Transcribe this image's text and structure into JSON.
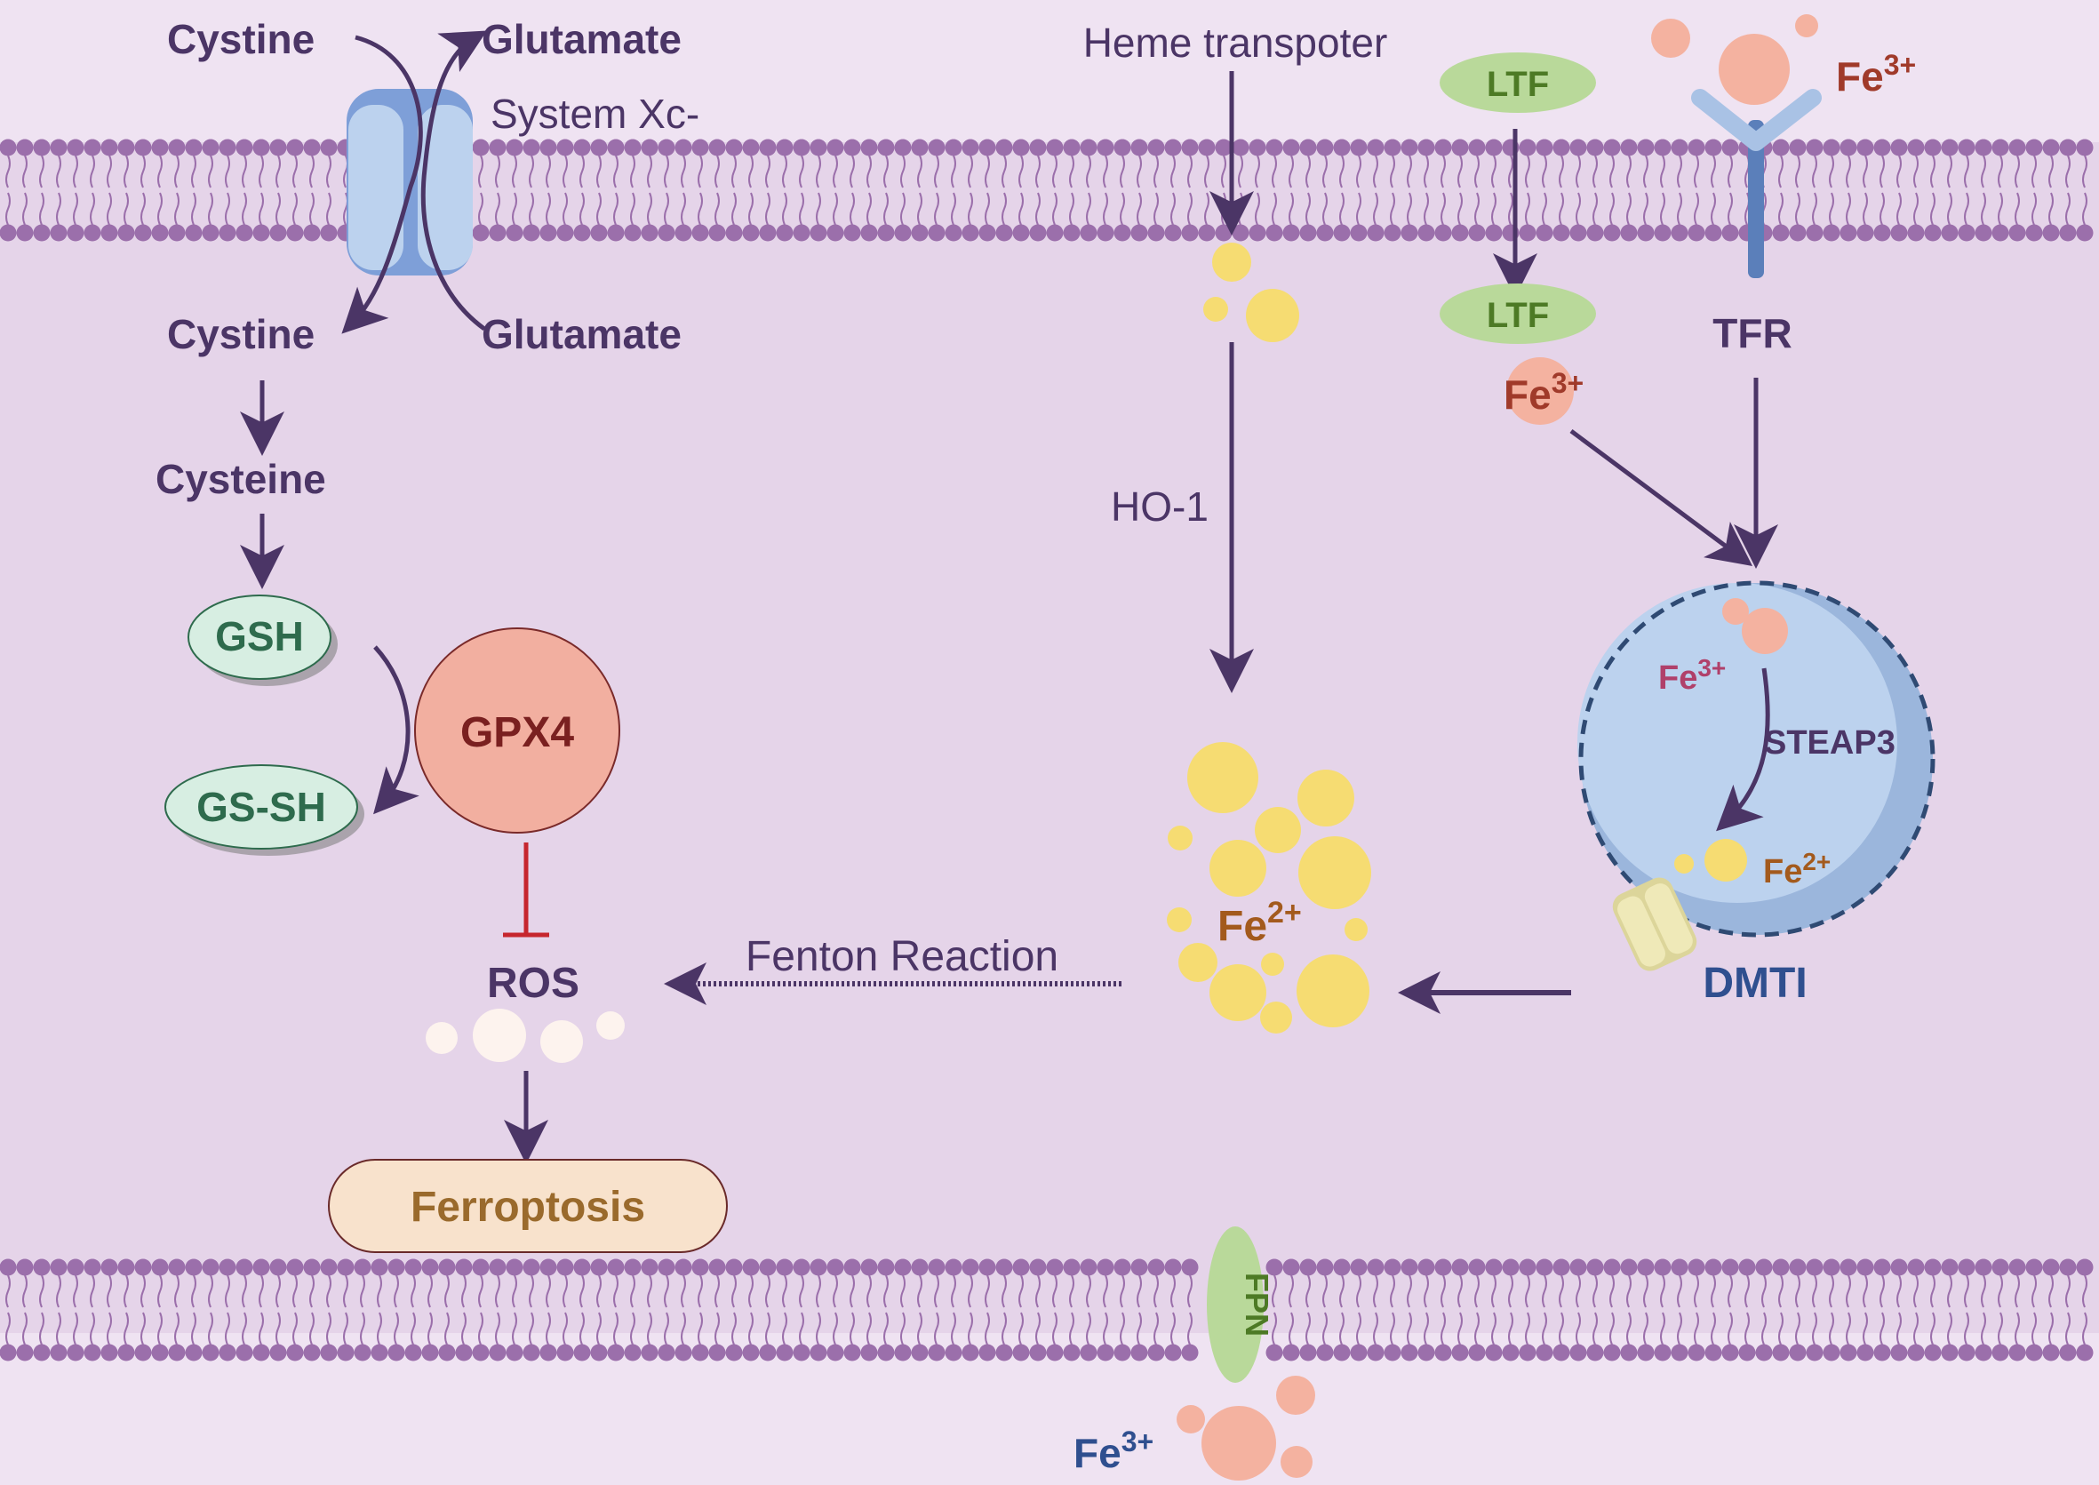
{
  "system_xc": {
    "cystine_out": "Cystine",
    "glutamate_out": "Glutamate",
    "label": "System Xc-",
    "cystine_in": "Cystine",
    "glutamate_in": "Glutamate"
  },
  "gsh_pathway": {
    "cysteine": "Cysteine",
    "gsh": "GSH",
    "gs_sh": "GS-SH",
    "gpx4": "GPX4",
    "ros": "ROS",
    "ferroptosis": "Ferroptosis"
  },
  "heme": {
    "transporter": "Heme transpoter",
    "ho1": "HO-1"
  },
  "ltf": {
    "outer": "LTF",
    "inner": "LTF"
  },
  "iron": {
    "fe_base": "Fe",
    "fe3_sup": "3+",
    "fe2_sup": "2+",
    "fenton": "Fenton Reaction",
    "tfr": "TFR",
    "steap3": "STEAP3",
    "dmti": "DMTI",
    "fpn": "FPN"
  },
  "colors": {
    "background": "#e5d4e9",
    "top_band": "#efe3f2",
    "membrane_head": "#9b6fab",
    "arrow": "#4b3566",
    "text_dark": "#4b3566",
    "text_green": "#2e6b4d",
    "gsh_fill": "#d7eee2",
    "gpx4_fill": "#f2afa0",
    "ferroptosis_fill": "#f8e2cc",
    "ferroptosis_text": "#9a6a2c",
    "ltf_fill": "#b9d99a",
    "ltf_text": "#4d7a25",
    "fe3_fill": "#f4b2a0",
    "fe3_text": "#a03a2a",
    "fe2_fill": "#f6dc72",
    "fe2_text": "#a35a1d",
    "endosome_fill": "#b9cfe9",
    "endosome_border": "#2f4a73",
    "dmti_text": "#2f4f8f",
    "inhibit_red": "#c6262e"
  }
}
